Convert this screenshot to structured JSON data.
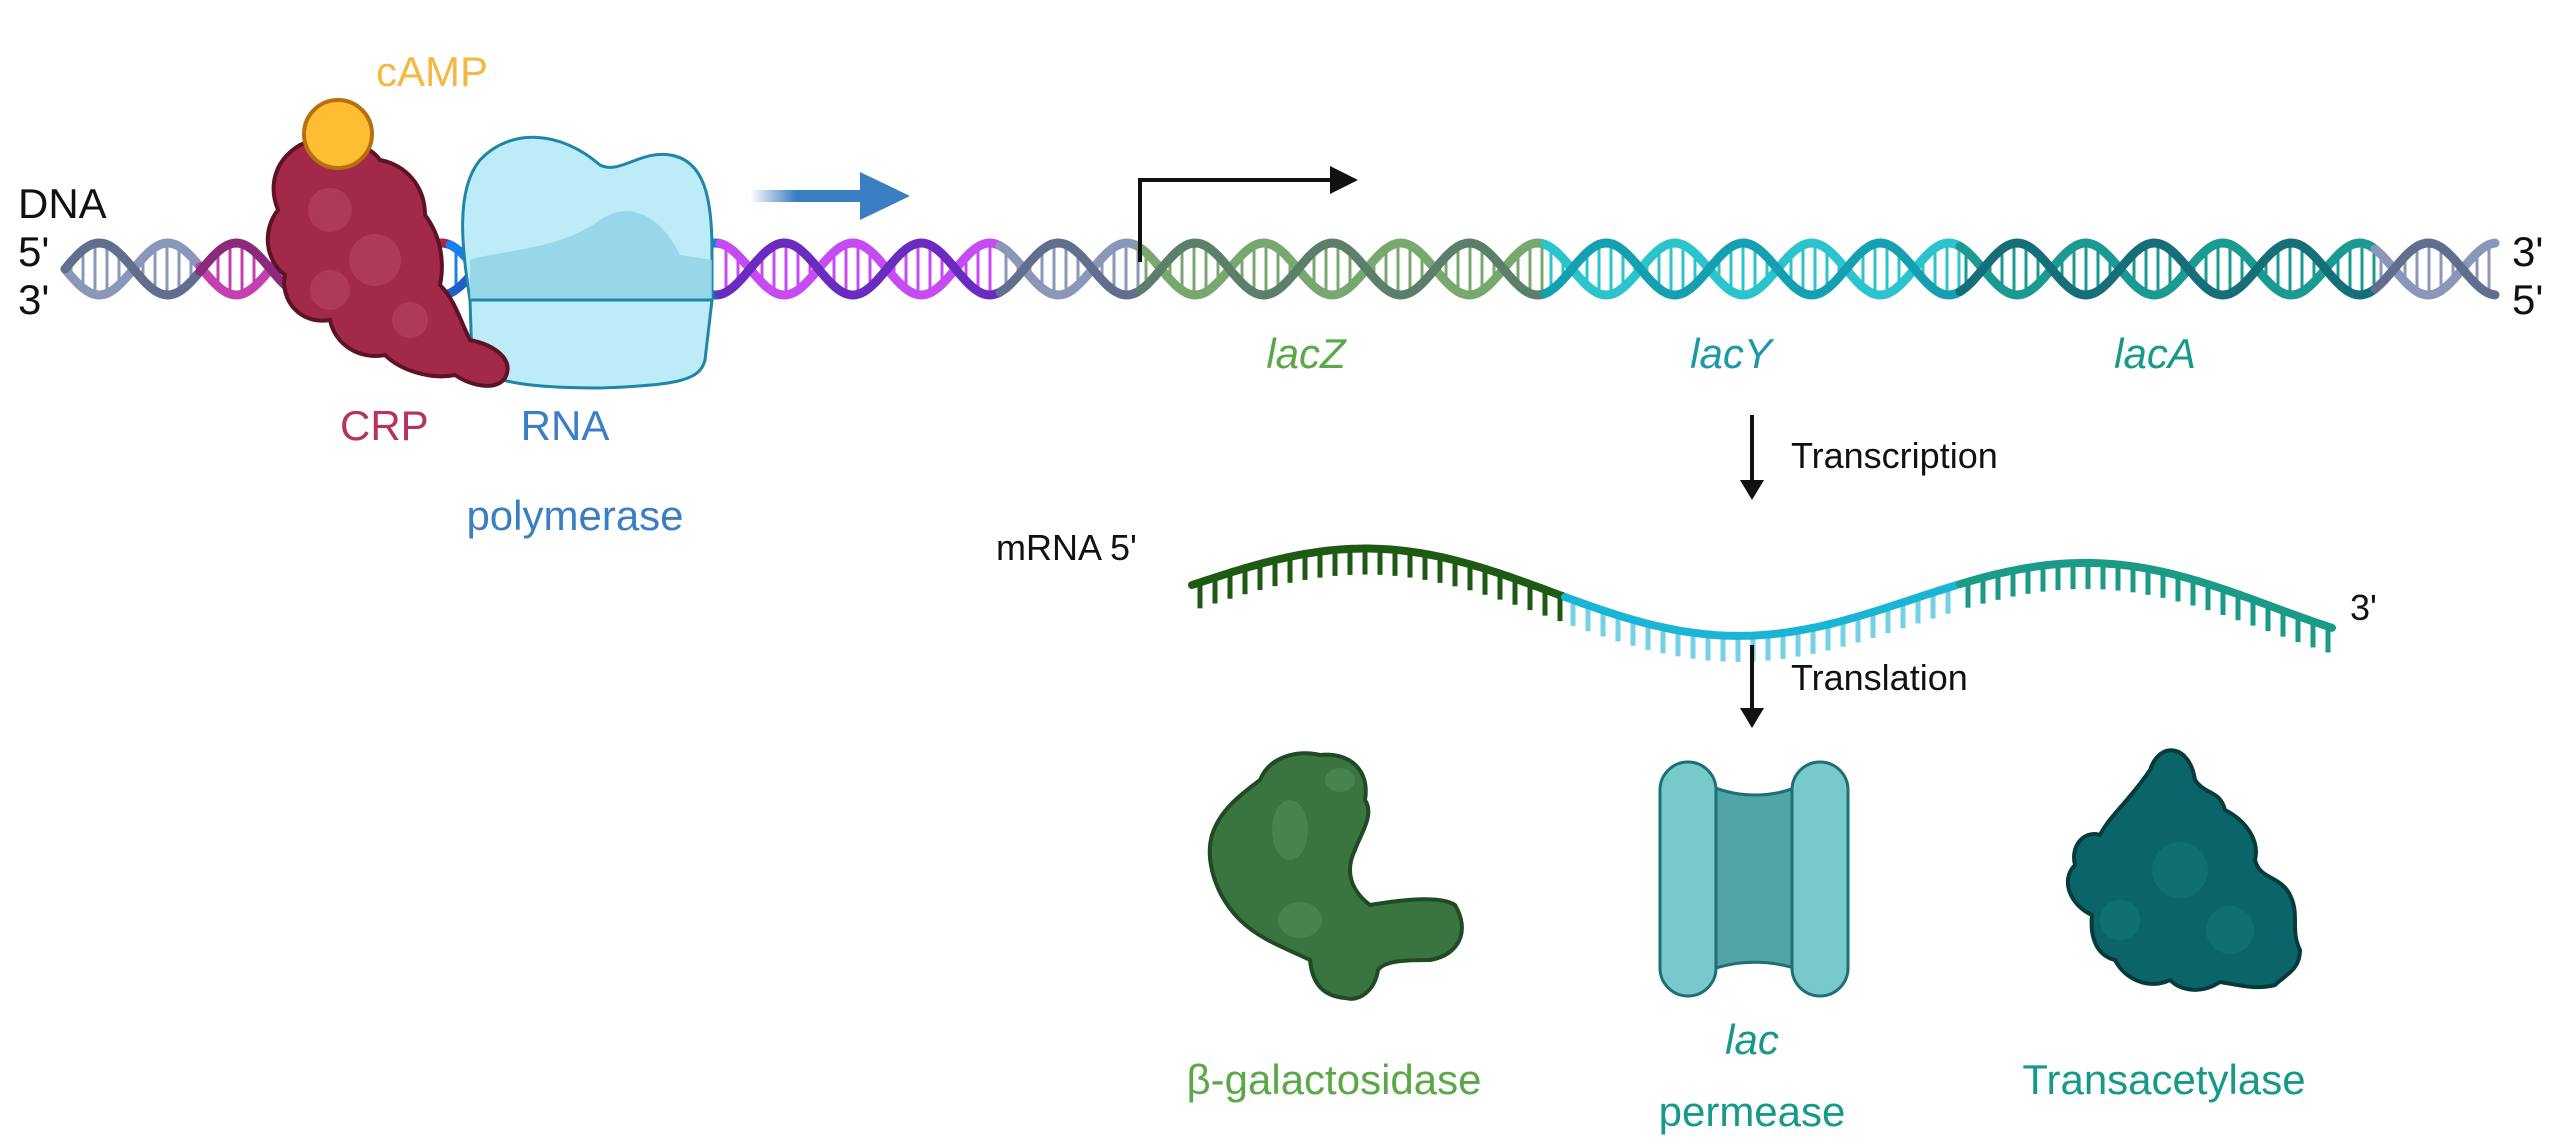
{
  "dna": {
    "label": "DNA",
    "left_top": "5'",
    "left_bottom": "3'",
    "right_top": "3'",
    "right_bottom": "5'"
  },
  "regulators": {
    "camp": "cAMP",
    "crp": "CRP",
    "rna_pol_line1": "RNA",
    "rna_pol_line2": "polymerase"
  },
  "genes": {
    "lacZ": "lacZ",
    "lacY": "lacY",
    "lacA": "lacA"
  },
  "steps": {
    "transcription": "Transcription",
    "translation": "Translation"
  },
  "mrna": {
    "label_5": "mRNA 5'",
    "label_3": "3'"
  },
  "proteins": {
    "beta_gal": "β-galactosidase",
    "permease_line1": "lac",
    "permease_line2": "permease",
    "transacetylase": "Transacetylase"
  },
  "colors": {
    "camp": "#F4B942",
    "crp": "#B8325C",
    "rna_pol": "#3A7FC4",
    "lacZ": "#5AA846",
    "lacY": "#1A9AA8",
    "lacA": "#17998A",
    "beta_gal_fill": "#3A7440",
    "permease_fill": "#78C9CA",
    "transacetylase_fill": "#0B6468"
  }
}
